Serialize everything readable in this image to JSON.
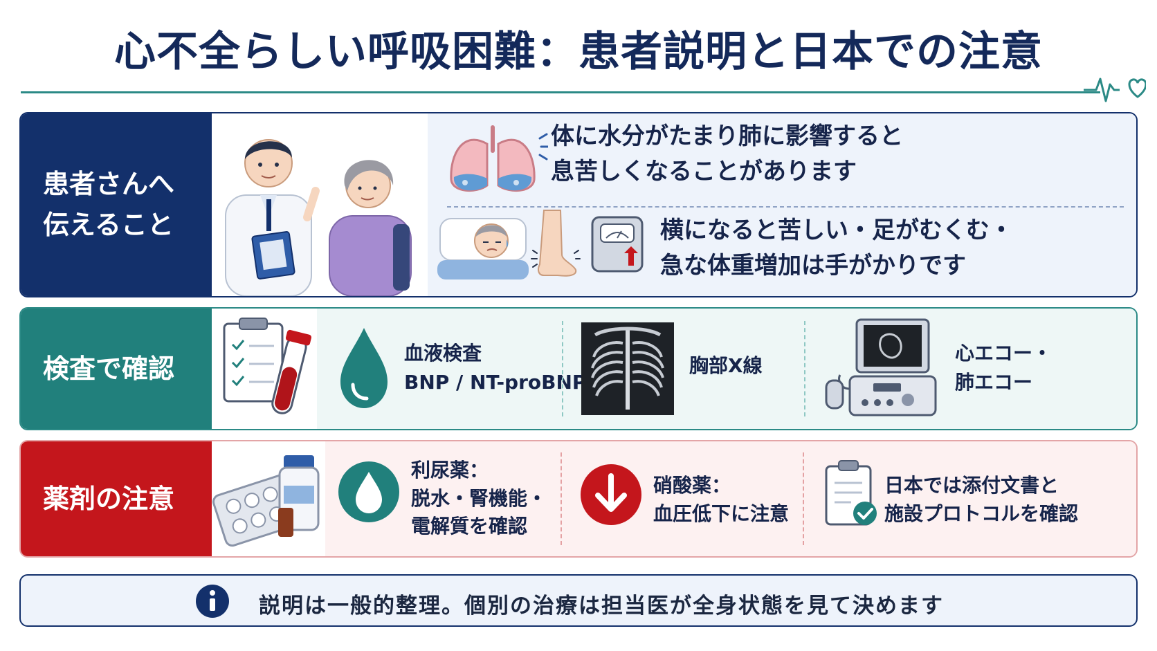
{
  "title": "心不全らしい呼吸困難：患者説明と日本での注意",
  "patient": {
    "label_line1": "患者さんへ",
    "label_line2": "伝えること",
    "point1_line1": "体に水分がたまり肺に影響すると",
    "point1_line2": "息苦しくなることがあります",
    "point2_line1": "横になると苦しい・足がむくむ・",
    "point2_line2": "急な体重増加は手がかりです",
    "icons": [
      "doctor-patient-illustration",
      "lungs-icon",
      "lying-patient-icon",
      "swollen-foot-icon",
      "scale-icon"
    ]
  },
  "tests": {
    "label": "検査で確認",
    "items": [
      {
        "line1": "血液検査",
        "line2": "BNP / NT-proBNP",
        "icon": "blood-drop-icon"
      },
      {
        "line1": "胸部X線",
        "line2": "",
        "icon": "chest-xray-icon"
      },
      {
        "line1": "心エコー・",
        "line2": "肺エコー",
        "icon": "ultrasound-machine-icon"
      }
    ]
  },
  "drugs": {
    "label": "薬剤の注意",
    "items": [
      {
        "line1": "利尿薬：",
        "line2": "脱水・腎機能・",
        "line3": "電解質を確認",
        "icon": "water-drop-icon"
      },
      {
        "line1": "硝酸薬：",
        "line2": "血圧低下に注意",
        "icon": "arrow-down-icon"
      },
      {
        "line1": "日本では添付文書と",
        "line2": "施設プロトコルを確認",
        "icon": "clipboard-check-icon"
      }
    ]
  },
  "note": {
    "text": "説明は一般的整理。個別の治療は担当医が全身状態を見て決めます",
    "icon": "info-icon"
  },
  "colors": {
    "navy": "#13306b",
    "teal": "#21807c",
    "red": "#c4161c"
  }
}
